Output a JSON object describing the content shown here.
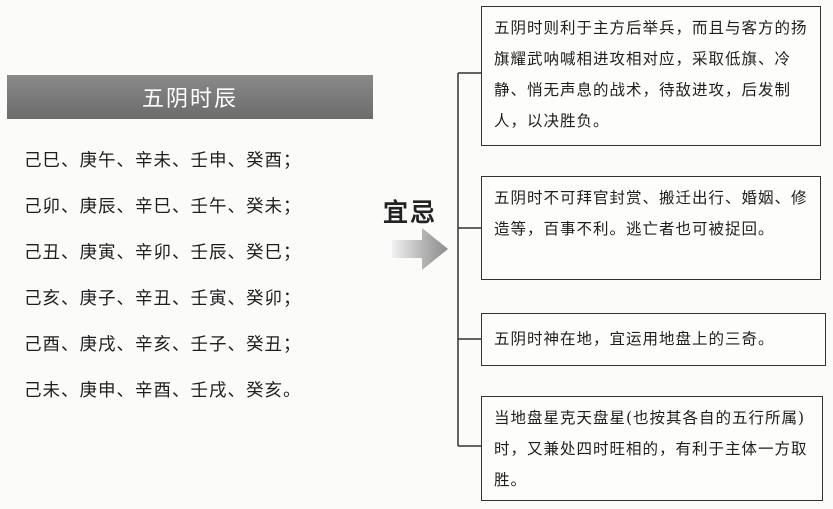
{
  "title": "五阴时辰",
  "combinations": [
    "己巳、庚午、辛未、壬申、癸酉；",
    "己卯、庚辰、辛巳、壬午、癸未；",
    "己丑、庚寅、辛卯、壬辰、癸巳；",
    "己亥、庚子、辛丑、壬寅、癸卯；",
    "己酉、庚戌、辛亥、壬子、癸丑；",
    "己未、庚申、辛酉、壬戌、癸亥。"
  ],
  "yiji_label": "宜忌",
  "boxes": [
    "五阴时则利于主方后举兵，而且与客方的扬旗耀武呐喊相进攻相对应，采取低旗、冷静、悄无声息的战术，待敌进攻，后发制人，以决胜负。",
    "五阴时不可拜官封赏、搬迁出行、婚姻、修造等，百事不利。逃亡者也可被捉回。",
    "五阴时神在地，宜运用地盘上的三奇。",
    "当地盘星克天盘星(也按其各自的五行所属)时，又兼处四时旺相的，有利于主体一方取胜。"
  ],
  "colors": {
    "title_bar": "#7a7a7a",
    "arrow": "#9a9a9a",
    "line": "#333333"
  }
}
